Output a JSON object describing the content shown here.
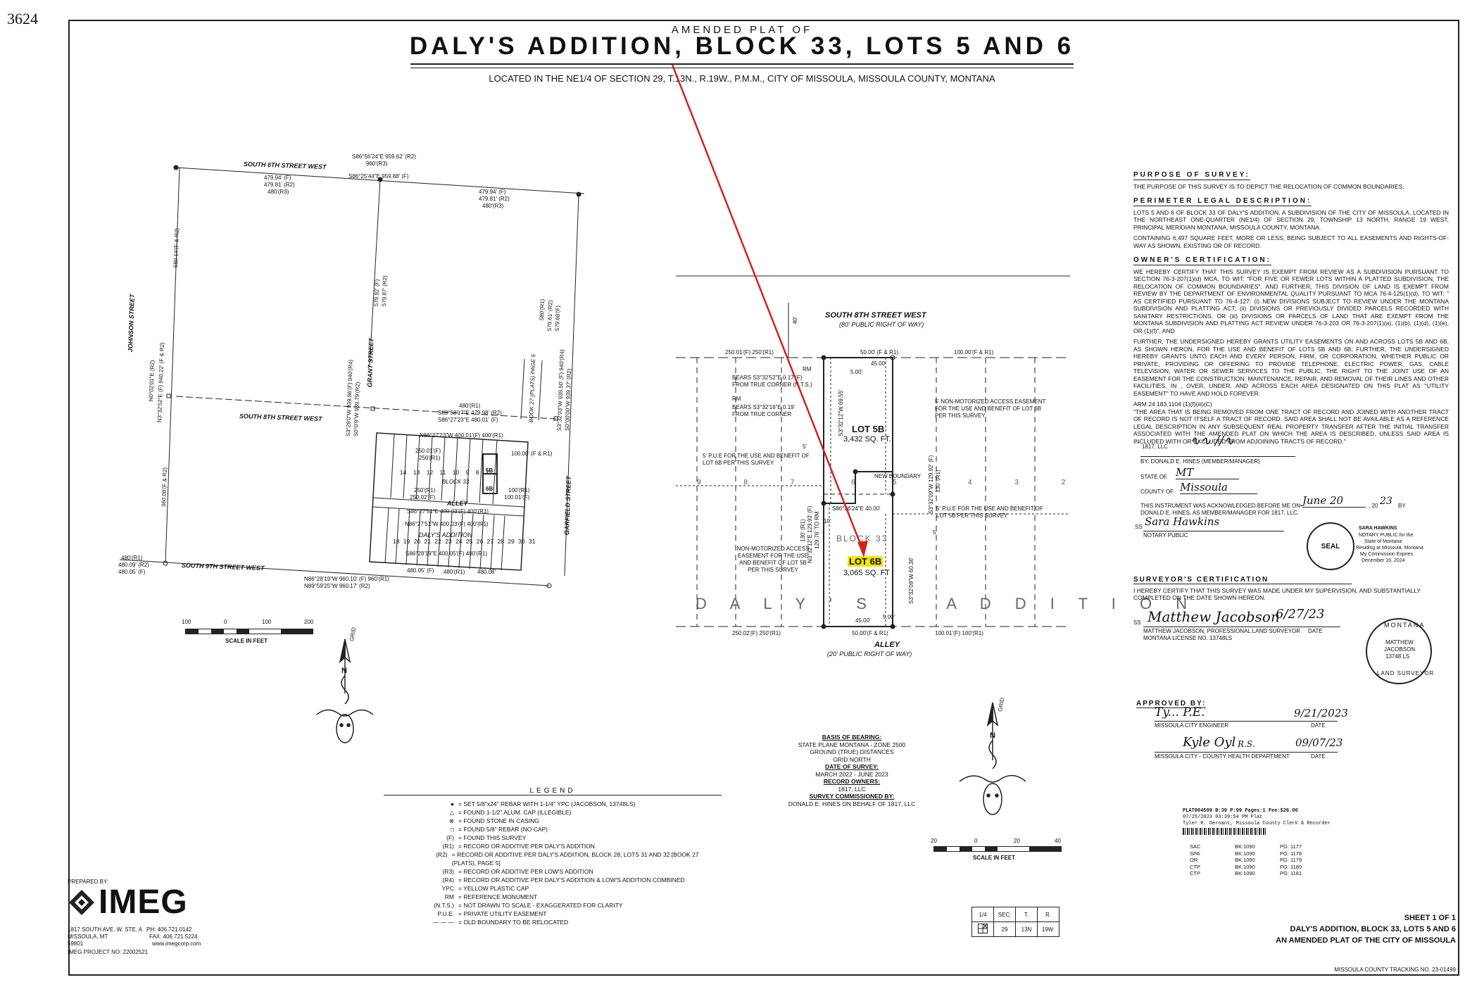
{
  "page_number": "3624",
  "title": {
    "top": "AMENDED PLAT OF",
    "main": "DALY'S ADDITION, BLOCK 33, LOTS 5 AND 6",
    "location": "LOCATED IN THE NE1/4 OF SECTION 29, T.13N., R.19W., P.M.M., CITY OF MISSOULA, MISSOULA COUNTY, MONTANA"
  },
  "vicinity": {
    "streets": {
      "s6th": "SOUTH 6TH STREET WEST",
      "s8th": "SOUTH 8TH STREET WEST",
      "s9th": "SOUTH 9TH STREET WEST",
      "johnson": "JOHNSON STREET",
      "grant": "GRANT STREET",
      "garfield": "GARFIELD STREET",
      "alley": "ALLEY",
      "block33": "BLOCK 33",
      "daly": "DALY'S ADDITION",
      "book27": "BOOK 27 (PLATS) PAGE 5"
    },
    "dims": {
      "top1": "S86°56'24\"E 959.62' (R2)",
      "top2": "960'(R3)",
      "top3": "S86°25'44\"E 959.88' (F)",
      "top_left_f": "479.94' (F)",
      "top_left_r2": "479.81' (R2)",
      "top_left_r3": "480'(R3)",
      "top_right_f": "479.94' (F)",
      "top_right_r2": "479.81' (R2)",
      "top_right_r3": "480'(R3)",
      "johnson_a": "580.14'(F & R2)",
      "johnson_b": "N0°02'01\"E (R2)",
      "johnson_c": "N3°32'52\"E (F) 940.22' (F & R2)",
      "johnson_d": "360.08'(F & R2)",
      "grant_a": "579.92' (F)",
      "grant_b": "579.87' (R2)",
      "grant_c": "S3°28'0\"W 939.86'(F) 940'(R4)",
      "grant_d": "S0°0'9\"W 939.79'(R2)",
      "garf_a": "580'(R1)",
      "garf_b": "579.61' (R2)",
      "garf_c": "579.68'(F)",
      "garf_d": "S3°32'03\"W 939.50' (F) 940'(R4)",
      "garf_e": "S0°00'00\"W 939.37' (R2)",
      "mid_r1": "480'(R1)",
      "mid_f": "S89°58'17\"E 479.98' (R2)",
      "mid_s": "S86°27'23\"E 480.01' (F)",
      "blk_top": "N86°27'23\"W 400.01'(F) 400'(R1)",
      "blk_250f": "250.01'(F)",
      "blk_250r": "250'(R1)",
      "blk_250r2": "250'(R1)",
      "blk_25002": "250.02'(F)",
      "blk_100f": "100.00' (F & R1)",
      "blk_100r": "100'(R1)",
      "blk_10001": "100.01'(F)",
      "alley1": "S86°27'51\"E 400.03'(F) 400'(R1)",
      "alley2": "N86°27'51\"W 400.03'(F) 400'(R1)",
      "bottom_s": "S86°28'19\"E 400.05'(F) 400'(R1)",
      "bot_48005": "480.05' (F)",
      "bot_480r1": "480'(R1)",
      "bot_48008": "480.08'",
      "s9_a": "480'(R1)",
      "s9_b": "480.09' (R2)",
      "s9_c": "480.05' (F)",
      "s9_d": "N86°28'19\"W 960.10' (F) 960'(R1)",
      "s9_e": "N89°59'25\"W 960.17' (R2)"
    },
    "lot_numbers_top": [
      "14",
      "13",
      "12",
      "11",
      "10",
      "9",
      "8",
      "7"
    ],
    "lot_numbers_bottom": [
      "18",
      "19",
      "20",
      "21",
      "22",
      "23",
      "24",
      "25",
      "26",
      "27",
      "28",
      "29",
      "30",
      "31"
    ],
    "lot5b": "5B",
    "lot6b": "6B",
    "scale_ticks": [
      "100",
      "0",
      "100",
      "200"
    ],
    "scale_label": "SCALE IN FEET",
    "grid": "GRID",
    "north": "N"
  },
  "detail": {
    "s8th": "SOUTH 8TH STREET WEST",
    "s8th_row": "(80' PUBLIC RIGHT OF WAY)",
    "alley": "ALLEY",
    "alley_row": "(20' PUBLIC RIGHT OF WAY)",
    "dim40": "40'",
    "top_left": "250.01'(F) 250'(R1)",
    "top_mid": "50.00' (F & R1)",
    "top_mid2": "45.00'",
    "top_right": "100.00'(F & R1)",
    "bot_left": "250.02'(F) 250'(R1)",
    "bot_mid": "50.00'(F & R1)",
    "bot_mid2": "45.00'",
    "bot_right": "100.01'(F) 100'(R1)",
    "rm1": "RM",
    "rm1_text1": "BEARS S3°32'52\"E 0.17'(F)",
    "rm1_text2": "FROM TRUE CORNER (N.T.S.)",
    "rm2": "RM",
    "rm2_text1": "BEARS S3°32'16\"E 0.19'",
    "rm2_text2": "FROM TRUE CORNER",
    "d500a": "5.00'",
    "d500b": "5.00'",
    "d5a": "5'",
    "d5b": "5'",
    "d10": "10'",
    "lot5b": "LOT 5B",
    "lot5b_area": "3,432 SQ. FT.",
    "lot6b": "LOT 6B",
    "lot6b_area": "3,065 SQ. FT",
    "b5b_e": "S3°32'12\"W 69.55'",
    "b6b_w": "S3°32'09\"W 60.36'",
    "bw1": "130' (R1)",
    "bw2": "N3°32'12\"E 129.93' (F)",
    "bw3": "129.76' TO RM",
    "be1": "S3°32'09\"W 129.92' (F)",
    "be2": "130' (R1)",
    "new_boundary": "NEW BOUNDARY",
    "nb_bearing": "S86°26'24\"E 40.00'",
    "block33": "BLOCK 33",
    "daly": "D A L Y ' S     A D D I T I O N",
    "lot_nums": [
      "9",
      "8",
      "7",
      "6",
      "5",
      "4",
      "3",
      "2"
    ],
    "pue_5b": "5' P.U.E FOR THE USE AND BENEFIT OF LOT 6B PER THIS SURVEY",
    "pue_6b": "5' P.U.E FOR THE USE AND BENEFIT OF LOT 5B PER THIS SURVEY",
    "nm_5b": "5' NON-MOTORIZED ACCESS EASEMENT FOR THE USE AND BENEFIT OF LOT 6B PER THIS SURVEY",
    "nm_6b": "NON-MOTORIZED ACCESS EASEMENT FOR THE USE AND BENEFIT OF LOT 5B PER THIS SURVEY"
  },
  "basis": {
    "head1": "BASIS OF BEARING:",
    "l1": "STATE PLANE MONTANA - ZONE 2500",
    "l2": "GROUND (TRUE) DISTANCES",
    "l3": "GRID NORTH",
    "head2": "DATE OF SURVEY:",
    "l4": "MARCH 2022 - JUNE 2023",
    "head3": "RECORD OWNERS:",
    "l5": "1817, LLC",
    "head4": "SURVEY COMMISSIONED BY:",
    "l6": "DONALD E. HINES ON BEHALF OF 1817, LLC"
  },
  "scale2": {
    "ticks": [
      "20",
      "0",
      "20",
      "40"
    ],
    "label": "SCALE IN FEET",
    "grid": "GRID",
    "north": "N"
  },
  "legend": {
    "title": "LEGEND",
    "rows": [
      {
        "k": "●",
        "v": "= SET 5/8\"x24\" REBAR WITH 1-1/4\" YPC (JACOBSON, 13748LS)"
      },
      {
        "k": "△",
        "v": "= FOUND 1-1/2\" ALUM. CAP (ILLEGIBLE)"
      },
      {
        "k": "⊗",
        "v": "= FOUND STONE IN CASING"
      },
      {
        "k": "□",
        "v": "= FOUND 5/8\" REBAR (NO CAP)"
      },
      {
        "k": "(F)",
        "v": "= FOUND THIS SURVEY"
      },
      {
        "k": "(R1)",
        "v": "= RECORD OR ADDITIVE PER DALY'S ADDITION"
      },
      {
        "k": "(R2)",
        "v": "= RECORD OR ADDITIVE PER DALY'S ADDITION, BLOCK 28, LOTS 31 AND 32 [BOOK 27 (PLATS), PAGE 5]"
      },
      {
        "k": "(R3)",
        "v": "= RECORD OR ADDITIVE PER LOW'S ADDITION"
      },
      {
        "k": "(R4)",
        "v": "= RECORD OR ADDITIVE PER DALY'S ADDITION & LOW'S ADDITION COMBINED"
      },
      {
        "k": "YPC",
        "v": "= YELLOW PLASTIC CAP"
      },
      {
        "k": "RM",
        "v": "= REFERENCE MONUMENT"
      },
      {
        "k": "(N.T.S.)",
        "v": "= NOT DRAWN TO SCALE - EXAGGERATED FOR CLARITY"
      },
      {
        "k": "P.U.E.",
        "v": "= PRIVATE UTILITY EASEMENT"
      },
      {
        "k": "— — —",
        "v": "= OLD BOUNDARY TO BE RELOCATED"
      }
    ]
  },
  "preparer": {
    "prepared_by": "PREPARED BY:",
    "logo": "IMEG",
    "addr1": "1817 SOUTH AVE. W. STE. A",
    "addr2": "MISSOULA, MT",
    "addr3": "59801",
    "ph": "PH: 406.721.0142",
    "fax": "FAX: 406.721.5224",
    "web": "www.imegcorp.com",
    "project": "IMEG PROJECT NO: 22002521"
  },
  "purpose": {
    "head": "PURPOSE OF SURVEY:",
    "text": "THE PURPOSE OF THIS SURVEY IS TO DEPICT THE RELOCATION OF COMMON BOUNDARIES."
  },
  "perimeter": {
    "head": "PERIMETER LEGAL DESCRIPTION:",
    "text1": "LOTS 5 AND 6 OF BLOCK 33 OF DALY'S ADDITION, A SUBDIVISION OF THE CITY OF MISSOULA, LOCATED IN THE NORTHEAST ONE-QUARTER (NE1/4) OF SECTION 29, TOWNSHIP 13 NORTH, RANGE 19 WEST, PRINCIPAL MERIDIAN MONTANA, MISSOULA COUNTY, MONTANA.",
    "text2": "CONTAINING 6,497 SQUARE FEET, MORE OR LESS, BEING SUBJECT TO ALL EASEMENTS AND RIGHTS-OF-WAY AS SHOWN, EXISTING OR OF RECORD."
  },
  "owner": {
    "head": "OWNER'S CERTIFICATION:",
    "text1": "WE HEREBY CERTIFY THAT THIS SURVEY IS EXEMPT FROM REVIEW AS A SUBDIVISION PURSUANT TO SECTION 76-3-207(1)(d) MCA, TO WIT: \"FOR FIVE OR FEWER LOTS WITHIN A PLATTED SUBDIVISION, THE RELOCATION OF COMMON BOUNDARIES\", AND FURTHER, THIS DIVISION OF LAND IS EXEMPT FROM REVIEW BY THE DEPARTMENT OF ENVIRONMENTAL QUALITY PURSUANT TO MCA 76-4-125(1)(d), TO WIT: \" AS CERTIFIED PURSUANT TO 76-4-127: (i) NEW DIVISIONS SUBJECT TO REVIEW UNDER THE MONTANA SUBDIVISION AND PLATTING ACT; (ii) DIVISIONS OR PREVIOUSLY DIVIDED PARCELS RECORDED WITH SANITARY RESTRICTIONS, OR (iii) DIVISIONS OR PARCELS OF LAND THAT ARE EXEMPT FROM THE MONTANA SUBDIVISION AND PLATTING ACT REVIEW UNDER 76-3-203 OR 76-3-207(1)(a), (1)(b), (1)(d), (1)(e), OR (1)(f)\", AND",
    "text2": "FURTHER, THE UNDERSIGNED HEREBY GRANTS UTILITY EASEMENTS ON AND ACROSS LOTS 5B AND 6B, AS SHOWN HERON, FOR THE USE AND BENEFIT OF LOTS 5B AND 6B; FURTHER, THE UNDERSIGNED HEREBY GRANTS UNTO EACH AND EVERY PERSON, FIRM, OR CORPORATION, WHETHER PUBLIC OR PRIVATE, PROVIDING OR OFFERING TO PROVIDE TELEPHONE, ELECTRIC POWER, GAS, CABLE TELEVISION, WATER OR SEWER SERVICES TO THE PUBLIC, THE RIGHT TO THE JOINT USE OF AN EASEMENT FOR THE CONSTRUCTION, MAINTENANCE, REPAIR, AND REMOVAL OF THEIR LINES AND OTHER FACILITIES, IN , OVER, UNDER, AND ACROSS EACH AREA DESIGNATED ON THIS PLAT AS \"UTILITY EASEMENT\" TO HAVE AND HOLD FOREVER.",
    "text3": "ARM 24.183.1104 (1)(f)(iii)(C)",
    "text4": "\"THE AREA THAT IS BEING REMOVED FROM ONE TRACT OF RECORD AND JOINED WITH ANOTHER TRACT OF RECORD IS NOT ITSELF A TRACT OF RECORD. SAID AREA SHALL NOT BE AVAILABLE AS A REFERENCE LEGAL DESCRIPTION IN ANY SUBSEQUENT REAL PROPERTY TRANSFER AFTER THE INITIAL TRANSFER ASSOCIATED WITH THE AMENDED PLAT ON WHICH THE AREA IS DESCRIBED, UNLESS SAID AREA IS INCLUDED WITH OR EXCLUDED FROM ADJOINING TRACTS OF RECORD.\"",
    "llc": "1817, LLC",
    "by": "BY: DONALD E. HINES (MEMBER/MANAGER)",
    "state_label": "STATE OF",
    "state_val": "MT",
    "county_label": "COUNTY OF",
    "county_val": "Missoula",
    "ack1": "THIS INSTRUMENT WAS ACKNOWLEDGED BEFORE ME ON",
    "ack_date": "June 20",
    "ack_year": ", 20",
    "ack_yy": "23",
    "ack_by": "BY",
    "ack2": "DONALD E. HINES, AS MEMBER/MANAGER FOR 1817, LLC.",
    "ss": "SS",
    "notary": "NOTARY PUBLIC",
    "seal_name": "SARA HAWKINS",
    "seal_l1": "NOTARY PUBLIC for the",
    "seal_l2": "State of Montana",
    "seal_l3": "Residing at Missoula, Montana",
    "seal_l4": "My Commission Expires",
    "seal_l5": "December 16, 2024",
    "seal": "SEAL"
  },
  "surveyor": {
    "head": "SURVEYOR'S CERTIFICATION",
    "text": "I HEREBY CERTIFY THAT THIS SURVEY WAS MADE UNDER MY SUPERVISION, AND SUBSTANTIALLY COMPLETED ON THE DATE SHOWN HEREON.",
    "ss": "SS",
    "sig_date": "6/27/23",
    "name": "MATTHEW JACOBSON, PROFESSIONAL LAND SURVEYOR",
    "lic": "MONTANA LICENSE NO. 13748LS",
    "date_label": "DATE",
    "seal1": "MONTANA",
    "seal2": "MATTHEW",
    "seal3": "JACOBSON",
    "seal4": "13748 LS",
    "seal5": "LAND SURVEYOR"
  },
  "approved": {
    "head": "APPROVED BY:",
    "eng_sig": "Ty... P.E.",
    "eng_date": "9/21/2023",
    "eng_label": "MISSOULA CITY ENGINEER",
    "date1": "DATE",
    "hd_sig": "R.S.",
    "hd_date": "09/07/23",
    "hd_label": "MISSOULA CITY - COUNTY HEALTH DEPARTMENT",
    "date2": "DATE"
  },
  "recording": {
    "l1": "PLAT004599  B:39 P:99  Pages:1  Fee:$26.00",
    "l2": "07/25/2023 03:39:54 PM  Plat",
    "l3": "Tyler R. Gernant, Missoula County Clerk & Recorder",
    "rows": [
      {
        "a": "SAC",
        "b": "BK:1090",
        "c": "PG: 1177"
      },
      {
        "a": "SPA",
        "b": "BK:1090",
        "c": "PG: 1178"
      },
      {
        "a": "OR",
        "b": "BK:1090",
        "c": "PG: 1179"
      },
      {
        "a": "CTP",
        "b": "BK:1090",
        "c": "PG: 1180"
      },
      {
        "a": "CTP",
        "b": "BK:1090",
        "c": "PG: 1181"
      }
    ]
  },
  "section_table": {
    "h1": "1/4",
    "h2": "SEC.",
    "h3": "T.",
    "h4": "R.",
    "v2": "29",
    "v3": "13N",
    "v4": "19W."
  },
  "sheet": {
    "l1": "SHEET 1 OF 1",
    "l2": "DALY'S ADDITION, BLOCK 33, LOTS 5 AND 6",
    "l3": "AN AMENDED PLAT OF THE CITY OF MISSOULA",
    "tracking": "MISSOULA COUNTY TRACKING NO. 23-01499"
  },
  "colors": {
    "ink": "#222222",
    "arrow": "#d62020",
    "highlight": "#f2e600"
  }
}
